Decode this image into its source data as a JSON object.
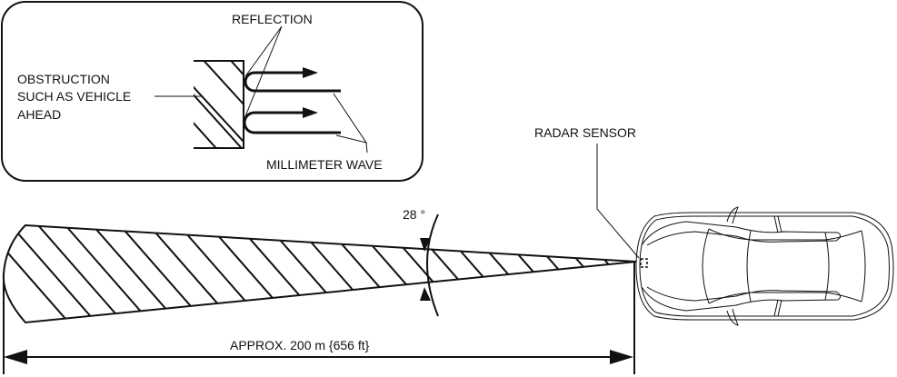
{
  "inset": {
    "reflection_label": "REFLECTION",
    "obstruction_label": [
      "OBSTRUCTION",
      "SUCH AS VEHICLE",
      "AHEAD"
    ],
    "wave_label": "MILLIMETER WAVE"
  },
  "main": {
    "sensor_label": "RADAR SENSOR",
    "angle_label": "28 °",
    "range_label": "APPROX. 200 m {656 ft}"
  },
  "colors": {
    "line": "#111111",
    "background": "#ffffff"
  }
}
